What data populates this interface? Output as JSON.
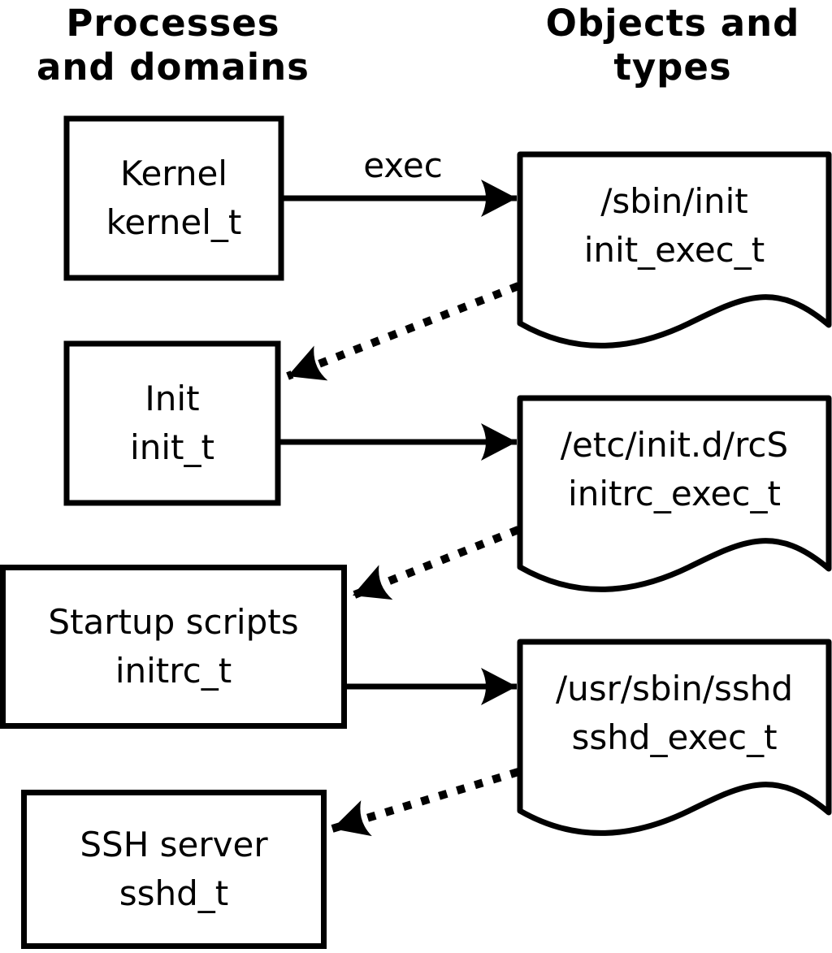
{
  "diagram": {
    "column_headers": {
      "left": {
        "line1": "Processes",
        "line2": "and domains"
      },
      "right": {
        "line1": "Objects and",
        "line2": "types"
      }
    },
    "process_nodes": [
      {
        "label": "Kernel",
        "type": "kernel_t"
      },
      {
        "label": "Init",
        "type": "init_t"
      },
      {
        "label": "Startup scripts",
        "type": "initrc_t"
      },
      {
        "label": "SSH server",
        "type": "sshd_t"
      }
    ],
    "object_nodes": [
      {
        "label": "/sbin/init",
        "type": "init_exec_t"
      },
      {
        "label": "/etc/init.d/rcS",
        "type": "initrc_exec_t"
      },
      {
        "label": "/usr/sbin/sshd",
        "type": "sshd_exec_t"
      }
    ],
    "edges": [
      {
        "from": "Kernel (kernel_t)",
        "to": "/sbin/init (init_exec_t)",
        "style": "solid",
        "label": "exec"
      },
      {
        "from": "/sbin/init (init_exec_t)",
        "to": "Init (init_t)",
        "style": "dotted",
        "label": ""
      },
      {
        "from": "Init (init_t)",
        "to": "/etc/init.d/rcS (initrc_exec_t)",
        "style": "solid",
        "label": ""
      },
      {
        "from": "/etc/init.d/rcS (initrc_exec_t)",
        "to": "Startup scripts (initrc_t)",
        "style": "dotted",
        "label": ""
      },
      {
        "from": "Startup scripts (initrc_t)",
        "to": "/usr/sbin/sshd (sshd_exec_t)",
        "style": "solid",
        "label": ""
      },
      {
        "from": "/usr/sbin/sshd (sshd_exec_t)",
        "to": "SSH server (sshd_t)",
        "style": "dotted",
        "label": ""
      }
    ],
    "exec_label": "exec",
    "colors": {
      "foreground": "#000000",
      "background": "#ffffff"
    }
  }
}
